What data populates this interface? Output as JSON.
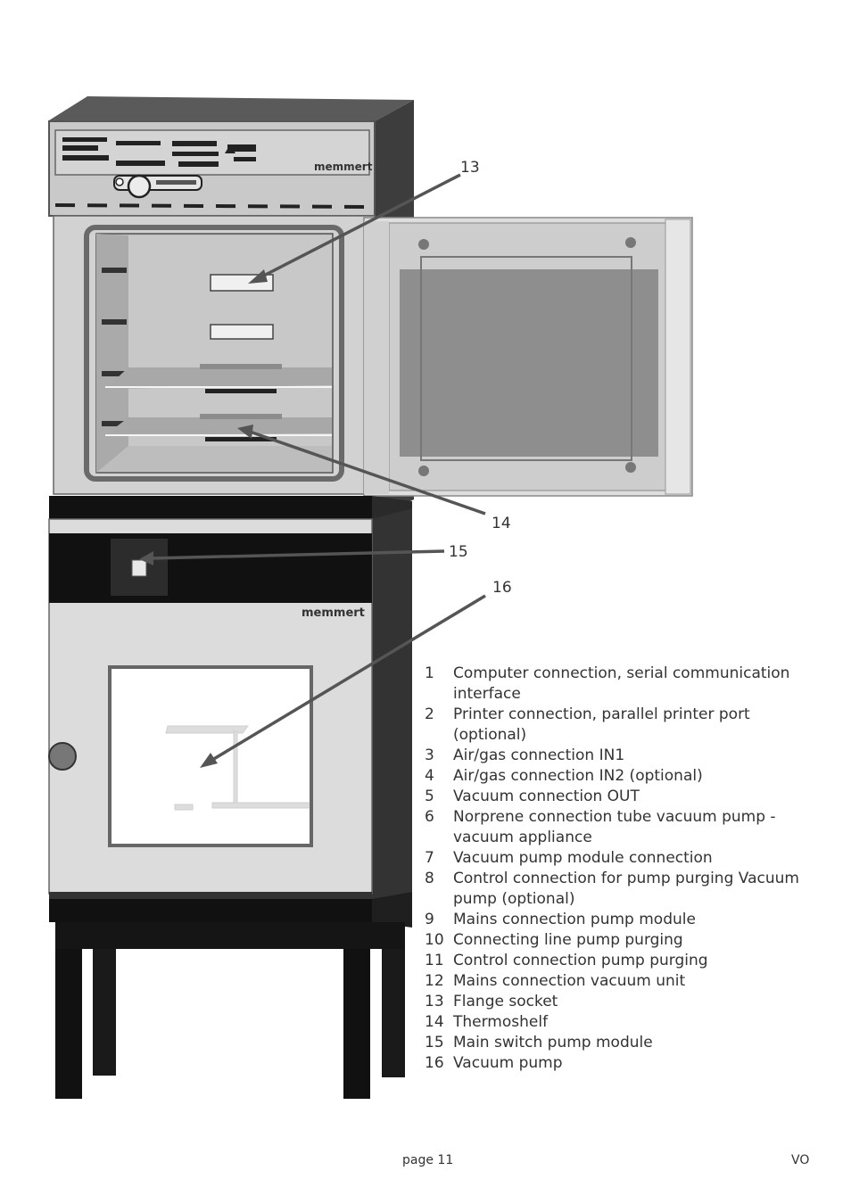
{
  "figure": {
    "brand_upper": "memmert",
    "brand_lower": "memmert",
    "callouts": {
      "c13": "13",
      "c14": "14",
      "c15": "15",
      "c16": "16"
    }
  },
  "legend": [
    {
      "num": "1",
      "text": "Computer connection, serial communication interface"
    },
    {
      "num": "2",
      "text": "Printer connection, parallel printer port (optional)"
    },
    {
      "num": "3",
      "text": "Air/gas connection IN1"
    },
    {
      "num": "4",
      "text": "Air/gas connection IN2 (optional)"
    },
    {
      "num": "5",
      "text": "Vacuum connection OUT"
    },
    {
      "num": "6",
      "text": "Norprene connection tube vacuum pump - vacuum appliance"
    },
    {
      "num": "7",
      "text": "Vacuum pump module connection"
    },
    {
      "num": "8",
      "text": "Control connection for pump purging Vacuum pump (optional)"
    },
    {
      "num": "9",
      "text": "Mains connection pump module"
    },
    {
      "num": "10",
      "text": "Connecting line pump purging"
    },
    {
      "num": "11",
      "text": "Control connection pump purging"
    },
    {
      "num": "12",
      "text": "Mains connection vacuum unit"
    },
    {
      "num": "13",
      "text": "Flange socket"
    },
    {
      "num": "14",
      "text": "Thermoshelf"
    },
    {
      "num": "15",
      "text": "Main switch pump module"
    },
    {
      "num": "16",
      "text": "Vacuum pump"
    }
  ],
  "footer": {
    "page": "page 11",
    "code": "VO"
  }
}
